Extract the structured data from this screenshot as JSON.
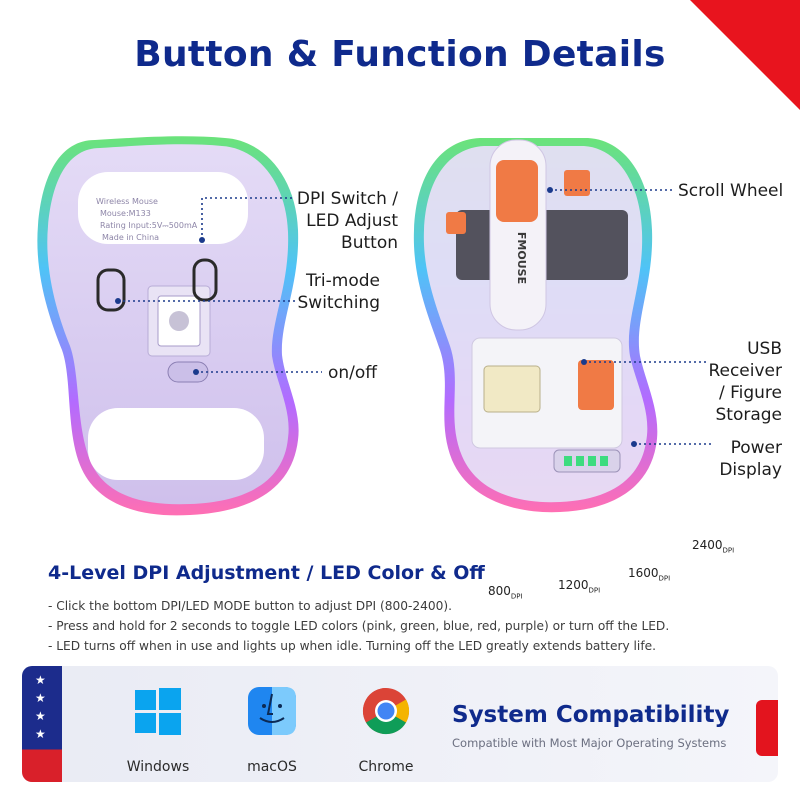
{
  "title": "Button & Function Details",
  "left_mouse": {
    "bottom_text": [
      "Wireless Mouse",
      "Mouse:M133",
      "Rating Input:5V⎓500mA",
      "Made in China"
    ],
    "callouts": [
      {
        "lines": [
          "DPI Switch /",
          "LED Adjust Button"
        ]
      },
      {
        "lines": [
          "Tri-mode",
          "Switching"
        ]
      },
      {
        "lines": [
          "on/off"
        ]
      }
    ]
  },
  "right_mouse": {
    "brand": "FMOUSE",
    "callouts": [
      {
        "lines": [
          "Scroll Wheel"
        ]
      },
      {
        "lines": [
          "USB",
          "Receiver",
          "/ Figure",
          "Storage"
        ]
      },
      {
        "lines": [
          "Power",
          "Display"
        ]
      }
    ]
  },
  "dpi": {
    "heading": "4-Level DPI Adjustment / LED Color & Off",
    "lines": [
      "- Click the bottom DPI/LED MODE button to adjust DPI (800-2400).",
      "- Press and hold for 2 seconds to toggle LED colors (pink, green, blue, red, purple) or turn off the LED.",
      "- LED turns off when in use and lights up when idle. Turning off the LED greatly extends battery life."
    ],
    "levels": [
      {
        "value": "800",
        "unit": "DPI"
      },
      {
        "value": "1200",
        "unit": "DPI"
      },
      {
        "value": "1600",
        "unit": "DPI"
      },
      {
        "value": "2400",
        "unit": "DPI"
      }
    ]
  },
  "compatibility": {
    "title": "System Compatibility",
    "subtitle": "Compatible with Most Major Operating Systems",
    "os": [
      {
        "label": "Windows",
        "icon": "windows-icon"
      },
      {
        "label": "macOS",
        "icon": "macos-finder-icon"
      },
      {
        "label": "Chrome",
        "icon": "chrome-icon"
      }
    ]
  },
  "colors": {
    "title_blue": "#0f2a8c",
    "accent_red": "#e8141e",
    "mouse_lavender": "#d9cdf0",
    "button_orange": "#f07a45"
  }
}
